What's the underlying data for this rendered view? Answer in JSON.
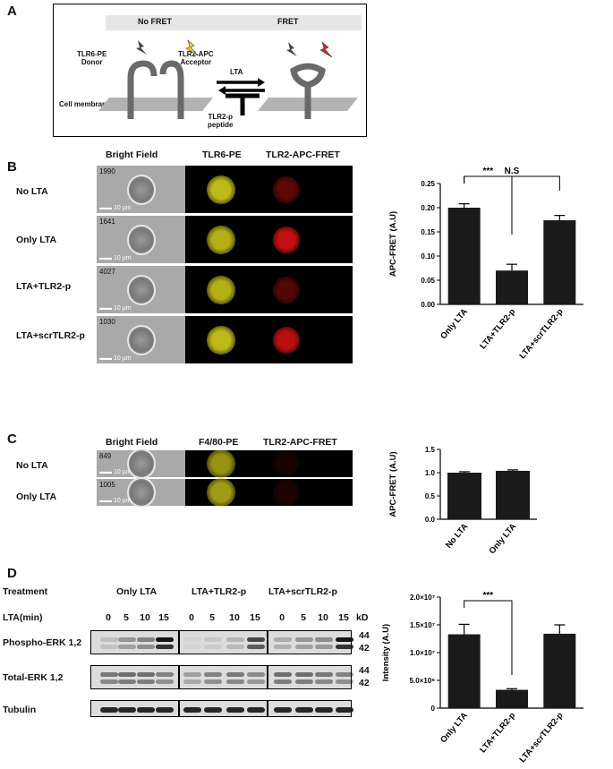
{
  "panel_a": {
    "letter": "A",
    "no_fret": "No FRET",
    "fret": "FRET",
    "donor": "TLR6-PE\nDonor",
    "acceptor": "TLR2-APC\nAcceptor",
    "lta": "LTA",
    "membrane": "Cell membrane",
    "peptide": "TLR2-p\npeptide"
  },
  "panel_b": {
    "letter": "B",
    "col_headers": [
      "Bright Field",
      "TLR6-PE",
      "TLR2-APC-FRET"
    ],
    "rows": [
      {
        "label": "No LTA",
        "count": "1990",
        "scale": "10 µm"
      },
      {
        "label": "Only LTA",
        "count": "1641",
        "scale": "10 µm"
      },
      {
        "label": "LTA+TLR2-p",
        "count": "4027",
        "scale": "10 µm"
      },
      {
        "label": "LTA+scrTLR2-p",
        "count": "1030",
        "scale": "10 µm"
      }
    ]
  },
  "panel_c": {
    "letter": "C",
    "col_headers": [
      "Bright Field",
      "F4/80-PE",
      "TLR2-APC-FRET"
    ],
    "rows": [
      {
        "label": "No LTA",
        "count": "849",
        "scale": "10 µm"
      },
      {
        "label": "Only LTA",
        "count": "1005",
        "scale": "10 µm"
      }
    ]
  },
  "panel_d": {
    "letter": "D",
    "treatment_label": "Treatment",
    "groups": [
      "Only LTA",
      "LTA+TLR2-p",
      "LTA+scrTLR2-p"
    ],
    "time_label": "LTA(min)",
    "times": [
      "0",
      "5",
      "10",
      "15",
      "0",
      "5",
      "10",
      "15",
      "0",
      "5",
      "10",
      "15"
    ],
    "kd": "kD",
    "blots": [
      {
        "label": "Phospho-ERK 1,2",
        "sizes": [
          "44",
          "42"
        ]
      },
      {
        "label": "Total-ERK 1,2",
        "sizes": [
          "44",
          "42"
        ]
      },
      {
        "label": "Tubulin",
        "sizes": []
      }
    ]
  },
  "chart_data": [
    {
      "type": "bar",
      "ylabel": "APC-FRET (A.U)",
      "categories": [
        "Only LTA",
        "LTA+TLR2-p",
        "LTA+scrTLR2-p"
      ],
      "values": [
        0.2,
        0.07,
        0.174
      ],
      "errors": [
        0.008,
        0.013,
        0.01
      ],
      "ylim": [
        0,
        0.25
      ],
      "yticks": [
        "0.00",
        "0.05",
        "0.10",
        "0.15",
        "0.20",
        "0.25"
      ],
      "annotations": [
        {
          "text": "***",
          "from": "Only LTA",
          "to": "LTA+TLR2-p"
        },
        {
          "text": "N.S",
          "from": "Only LTA",
          "to": "LTA+scrTLR2-p"
        }
      ]
    },
    {
      "type": "bar",
      "ylabel": "APC-FRET (A.U)",
      "categories": [
        "No LTA",
        "Only LTA"
      ],
      "values": [
        1.0,
        1.04
      ],
      "errors": [
        0.02,
        0.02
      ],
      "ylim": [
        0,
        1.5
      ],
      "yticks": [
        "0.0",
        "0.5",
        "1.0",
        "1.5"
      ],
      "annotations": []
    },
    {
      "type": "bar",
      "ylabel": "Intensity (A.U)",
      "categories": [
        "Only LTA",
        "LTA+TLR2-p",
        "LTA+scrTLR2-p"
      ],
      "values": [
        13300000,
        3300000,
        13400000
      ],
      "errors": [
        1800000,
        200000,
        1600000
      ],
      "ylim": [
        0,
        20000000
      ],
      "yticks": [
        "0",
        "5.0×10⁶",
        "1.0×10⁷",
        "1.5×10⁷",
        "2.0×10⁷"
      ],
      "annotations": [
        {
          "text": "***",
          "from": "Only LTA",
          "to": "LTA+TLR2-p"
        }
      ]
    }
  ],
  "colors": {
    "bar": "#1a1a1a",
    "yellow_signal": "#c8c21a",
    "red_signal": "#cc1111",
    "membrane": "#b3b3b3",
    "receptor": "#6a6a6a"
  }
}
